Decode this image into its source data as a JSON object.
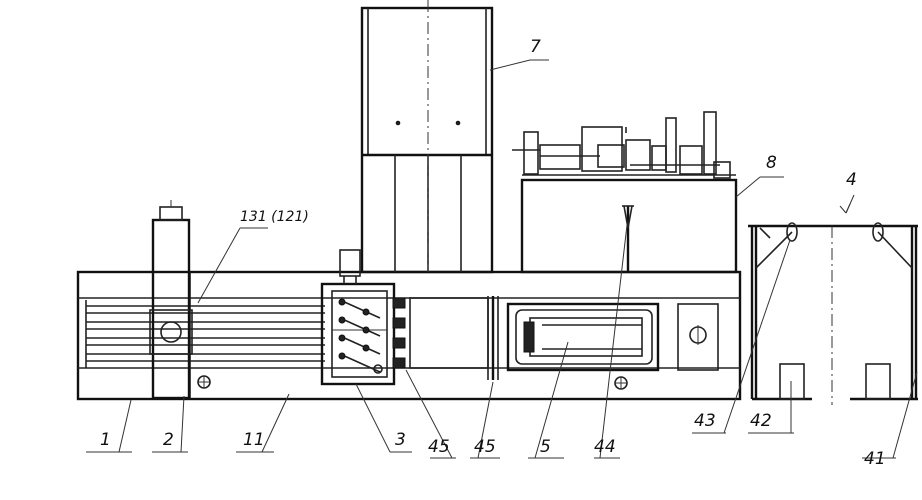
{
  "labels": {
    "l1": "1",
    "l2": "2",
    "l11": "11",
    "l3": "3",
    "l45a": "45",
    "l45b": "45",
    "l5": "5",
    "l44": "44",
    "l43": "43",
    "l42": "42",
    "l41": "41",
    "l4": "4",
    "l7": "7",
    "l8": "8",
    "l131": "131 (121)"
  }
}
